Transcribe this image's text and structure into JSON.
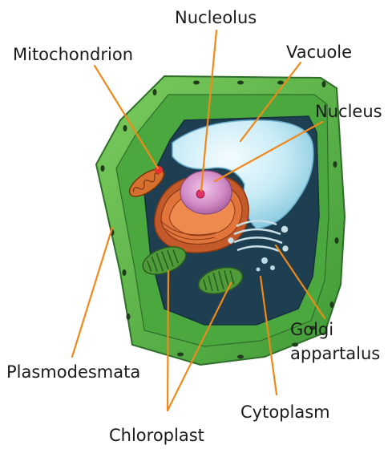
{
  "diagram": {
    "labels": {
      "nucleolus": "Nucleolus",
      "mitochondrion": "Mitochondrion",
      "vacuole": "Vacuole",
      "nucleus": "Nucleus",
      "golgi_line1": "Golgi",
      "golgi_line2": "appartalus",
      "plasmodesmata": "Plasmodesmata",
      "cytoplasm": "Cytoplasm",
      "chloroplast": "Chloroplast"
    },
    "colors": {
      "leader_line": "#f0891a",
      "cell_wall": "#5cb84a",
      "cytoplasm": "#1e3f52",
      "vacuole": "#c9ecf6",
      "nucleus": "#d88fc8",
      "organelle_orange": "#e0743a",
      "chloroplast": "#4f9b3a"
    }
  }
}
